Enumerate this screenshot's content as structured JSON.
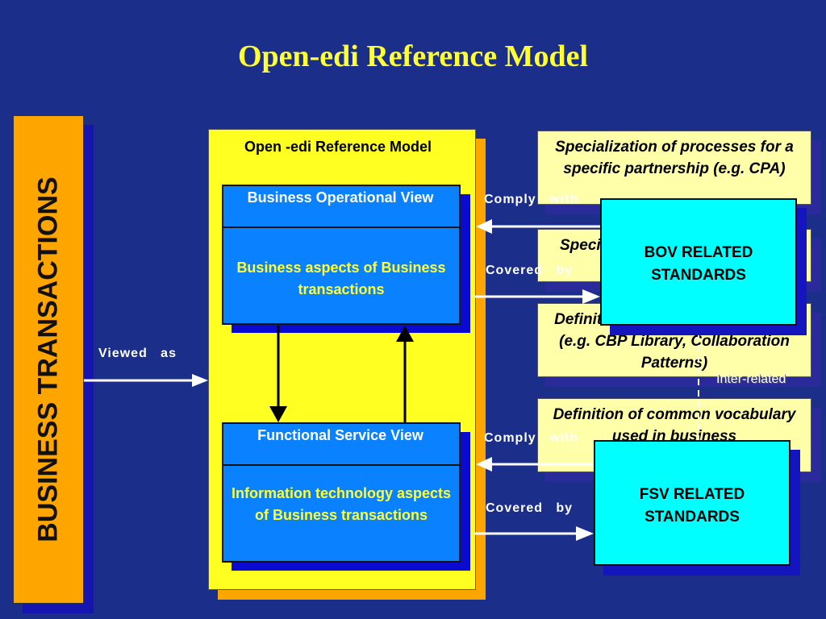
{
  "title": "Open-edi Reference Model",
  "left_bar": {
    "text": "BUSINESS TRANSACTIONS"
  },
  "model_box": {
    "title": "Open -edi   Reference Model",
    "bov": {
      "header": "Business    Operational View",
      "body": "Business    aspects    of Business    transactions"
    },
    "fsv": {
      "header": "Functional    Service View",
      "body": "Information technology    aspects    of Business    transactions"
    }
  },
  "labels": {
    "viewed_as": "Viewed   as",
    "comply_with_1": "Comply   with",
    "covered_by_1": "Covered   by",
    "comply_with_2": "Comply   with",
    "covered_by_2": "Covered   by",
    "inter_related": "Inter-related"
  },
  "notes": {
    "specialization": "Specialization of processes for a specific partnership (e.g. CPA)",
    "spec2": "Specification of process for the business",
    "definition_processes": "Definition of business processes (e.g. CBP Library, Collaboration Patterns)",
    "definition_vocabulary": "Definition of common vocabulary used in business"
  },
  "standards": {
    "bov": "BOV  RELATED STANDARDS",
    "fsv": "FSV   RELATED STANDARDS"
  },
  "colors": {
    "background": "#1b2f8a",
    "title": "#ffff33",
    "orange": "#ffa500",
    "yellow": "#ffff22",
    "blue": "#0a82ff",
    "cyan": "#00ffff",
    "note": "#ffffaa"
  }
}
